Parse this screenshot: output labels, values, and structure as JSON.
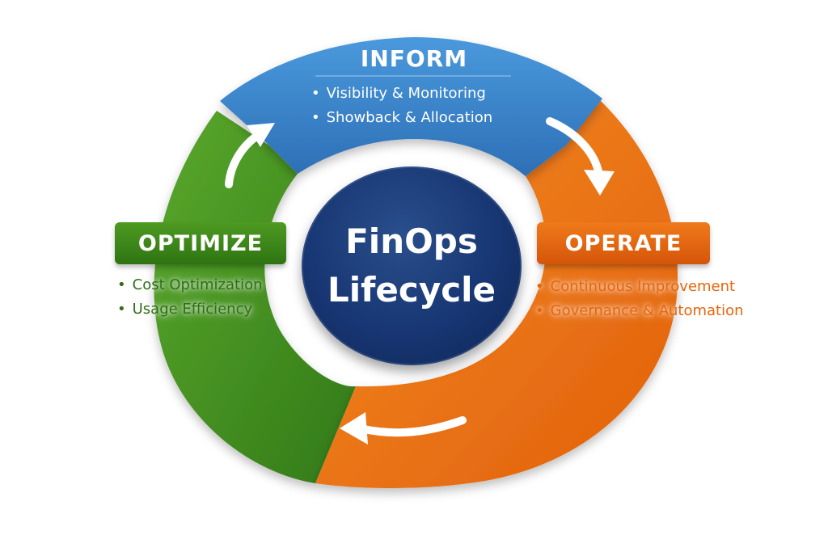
{
  "center": {
    "line1": "FinOps",
    "line2": "Lifecycle"
  },
  "phases": {
    "inform": {
      "title": "INFORM",
      "bullets": [
        "Visibility & Monitoring",
        "Showback & Allocation"
      ],
      "color": "#3a86cf"
    },
    "operate": {
      "title": "OPERATE",
      "bullets": [
        "Continuous Improvement",
        "Governance & Automation"
      ],
      "color": "#ee7516"
    },
    "optimize": {
      "title": "OPTIMIZE",
      "bullets": [
        "Cost Optimization",
        "Usage Efficiency"
      ],
      "color": "#4b9524"
    }
  },
  "colors": {
    "center": "#173673",
    "arrow": "#ffffff"
  },
  "icons": {
    "arrows": [
      "cycle-arrow-icon",
      "cycle-arrow-icon",
      "cycle-arrow-icon"
    ]
  }
}
